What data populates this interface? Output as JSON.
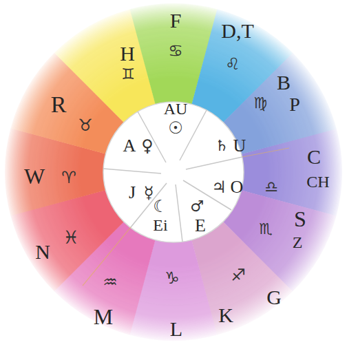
{
  "diagram": {
    "labels": [
      "F",
      "♋",
      "H",
      "♊",
      "D,T",
      "♌",
      "B",
      "P",
      "♍",
      "R",
      "♉",
      "AU",
      "☉",
      "A",
      "♀",
      "♄",
      "U",
      "W",
      "♈",
      "C",
      "CH",
      "♎",
      "J",
      "☿",
      "♃",
      "O",
      "☾",
      "Ei",
      "♂",
      "E",
      "♏",
      "S",
      "Z",
      "N",
      "♓",
      "♒",
      "♑",
      "♐",
      "G",
      "K",
      "M",
      "L"
    ]
  }
}
